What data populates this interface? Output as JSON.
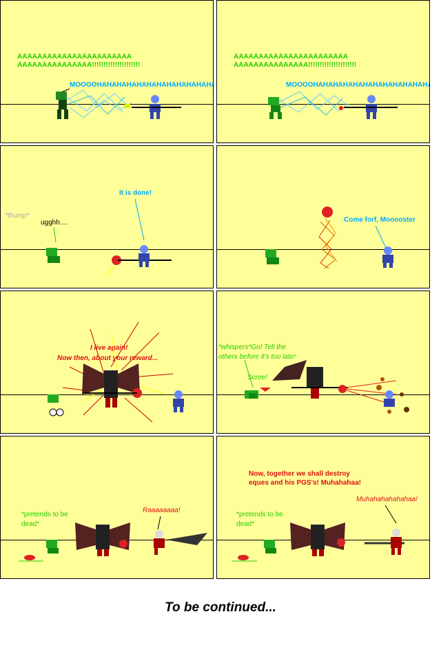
{
  "panels": [
    {
      "id": 1,
      "lines": [
        "AAAAAAAAAAAAAAAAAAAAAAA",
        "AAAAAAAAAAAAAAA!!!!!!!!!!!!!!!!!!!!!",
        "MOOOOHAHAHAHAHAHAHAHAHAHAHAHA!"
      ]
    },
    {
      "id": 2,
      "lines": [
        "AAAAAAAAAAAAAAAAAAAAAAA",
        "AAAAAAAAAAAAAAA!!!!!!!!!!!!!!!!!!!!!",
        "MOOOOHAHAHAHAHAHAHAHAHAHAHAHA!"
      ]
    },
    {
      "id": 3,
      "lines": [
        "*thump*",
        "ugghh....",
        "It is done!"
      ]
    },
    {
      "id": 4,
      "lines": [
        "Come forf, Mooooster"
      ]
    },
    {
      "id": 5,
      "lines": [
        "I live again!",
        "Now then, about your reward..."
      ]
    },
    {
      "id": 6,
      "lines": [
        "*whispers*Go! Tell the",
        "others before it's too late!",
        "Scree!"
      ]
    },
    {
      "id": 7,
      "lines": [
        "*pretends to be",
        "dead*",
        "Raaaaaaaa!"
      ]
    },
    {
      "id": 8,
      "lines": [
        "Now, together we shall destroy",
        "eques and his PGS's! Muhahahaa!",
        "Muhahahahahahaa!",
        "*pretends to be",
        "dead*"
      ]
    }
  ],
  "footer": "To be continued...",
  "colors": {
    "panel_bg": "#ffff99",
    "green_text": "#22cc00",
    "cyan_text": "#00aaff",
    "red_text": "#dd1111"
  }
}
